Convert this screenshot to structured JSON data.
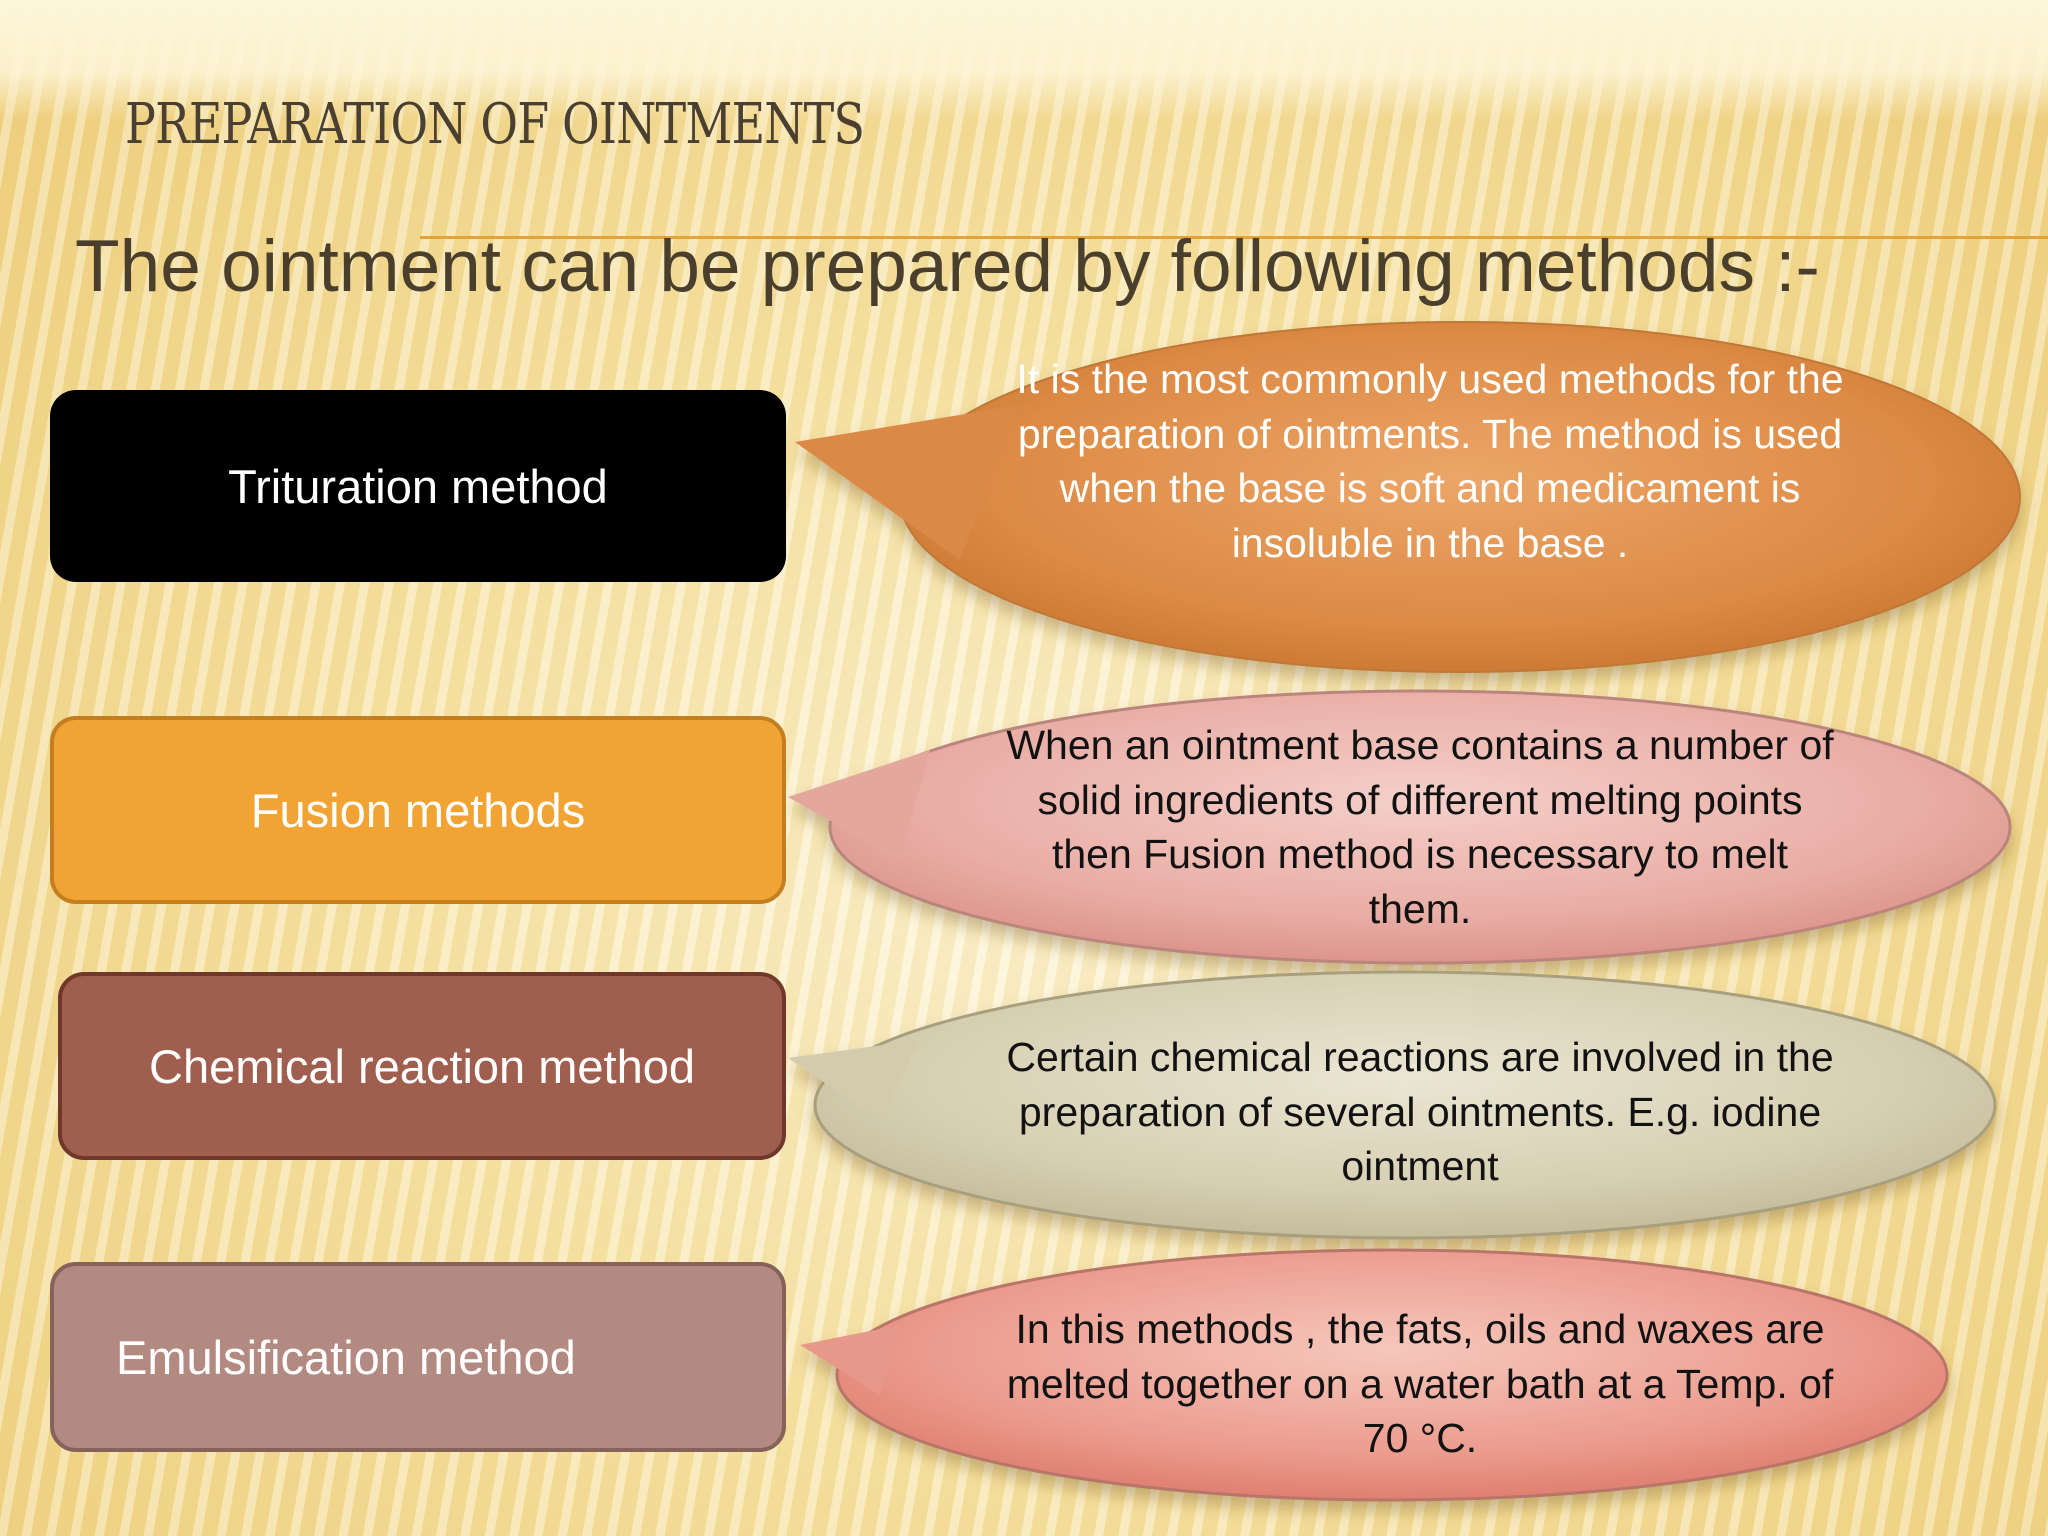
{
  "slide": {
    "title": "PREPARATION OF OINTMENTS",
    "intro": "The ointment can be prepared by following methods :-"
  },
  "methods": [
    {
      "label": "Trituration method",
      "description": "It is the most commonly used methods for the preparation of ointments. The method is used when the base is soft and medicament is insoluble in the base ."
    },
    {
      "label": "Fusion methods",
      "description": "When an ointment base contains a number of solid ingredients of different melting points then Fusion method is necessary to melt them."
    },
    {
      "label": "Chemical reaction method",
      "description": "Certain chemical reactions are involved in the preparation of several ointments. E.g. iodine ointment"
    },
    {
      "label": "Emulsification method",
      "description": "In this methods , the fats, oils and waxes are melted together on a water bath at a Temp. of 70 °C."
    }
  ],
  "colors": {
    "accent": "#e3a33b",
    "trituration_box": "#000000",
    "fusion_box": "#f1a433",
    "chemical_box": "#a05f4e",
    "emulsification_box": "#b38a82",
    "bubble_trituration": "#d98a45",
    "bubble_fusion": "#e6a9a1",
    "bubble_chemical": "#d4ccac",
    "bubble_emulsification": "#e99485"
  }
}
